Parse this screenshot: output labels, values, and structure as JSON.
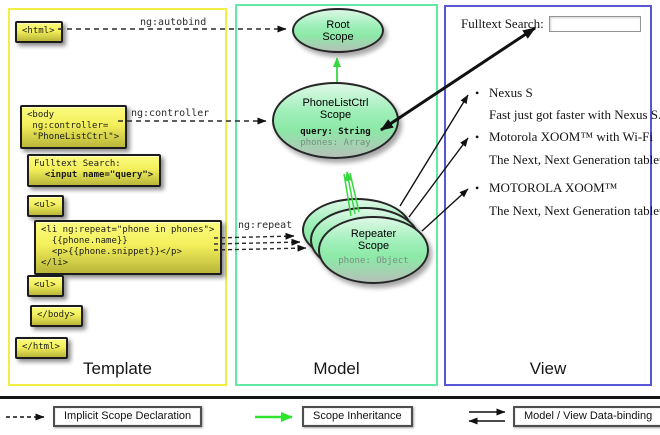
{
  "colors": {
    "template_border": "#f2ee43",
    "model_border": "#62e9a3",
    "view_border": "#5a57d6",
    "code_box_yellow_top": "#fbfa7e",
    "code_box_yellow_bottom": "#b9b63a",
    "scope_green_top": "#ddf8e6",
    "scope_green_mid": "#8ce9a7",
    "scope_green_bottom": "#b5c1b8",
    "inheritance_arrow_green": "#35d93f",
    "declaration_arrow_black": "#2a2a2a",
    "binding_arrow_black": "#111111"
  },
  "template_panel": {
    "caption": "Template",
    "html_open": "<html>",
    "body_open_line1": "<body",
    "body_open_line2": " ng:controller=",
    "body_open_line3": " \"PhoneListCtrl\">",
    "fulltext_line1": "Fulltext Search:",
    "fulltext_line2": "  <input name=\"query\">",
    "ul_open": "<ul>",
    "repeat_line1": "<li ng:repeat=\"phone in phones\">",
    "repeat_line2": "  {{phone.name}}",
    "repeat_line3": "  <p>{{phone.snippet}}</p>",
    "repeat_line4": "</li>",
    "ul_close": "<ul>",
    "body_close": "</body>",
    "html_close": "</html>"
  },
  "arrow_labels": {
    "autobind": "ng:autobind",
    "controller": "ng:controller",
    "repeat": "ng:repeat"
  },
  "model_panel": {
    "caption": "Model",
    "root_scope": {
      "title": "Root Scope"
    },
    "phonelist_scope": {
      "title": "PhoneListCtrl Scope",
      "prop1": "query: String",
      "prop2": "phones: Array"
    },
    "repeater_scope": {
      "title": "Repeater Scope",
      "prop1": "phone: Object"
    }
  },
  "view_panel": {
    "caption": "View",
    "search_label": "Fulltext Search:",
    "search_value": "",
    "items": [
      {
        "bullet": "•",
        "title": "Nexus S",
        "desc": "Fast just got faster with Nexus S."
      },
      {
        "bullet": "•",
        "title": "Motorola XOOM™ with Wi-Fi",
        "desc": "The Next, Next Generation tablet."
      },
      {
        "bullet": "•",
        "title": "MOTOROLA XOOM™",
        "desc": "The Next, Next Generation tablet."
      }
    ]
  },
  "legend": {
    "implicit": "Implicit Scope Declaration",
    "inheritance": "Scope Inheritance",
    "binding": "Model / View Data-binding"
  }
}
